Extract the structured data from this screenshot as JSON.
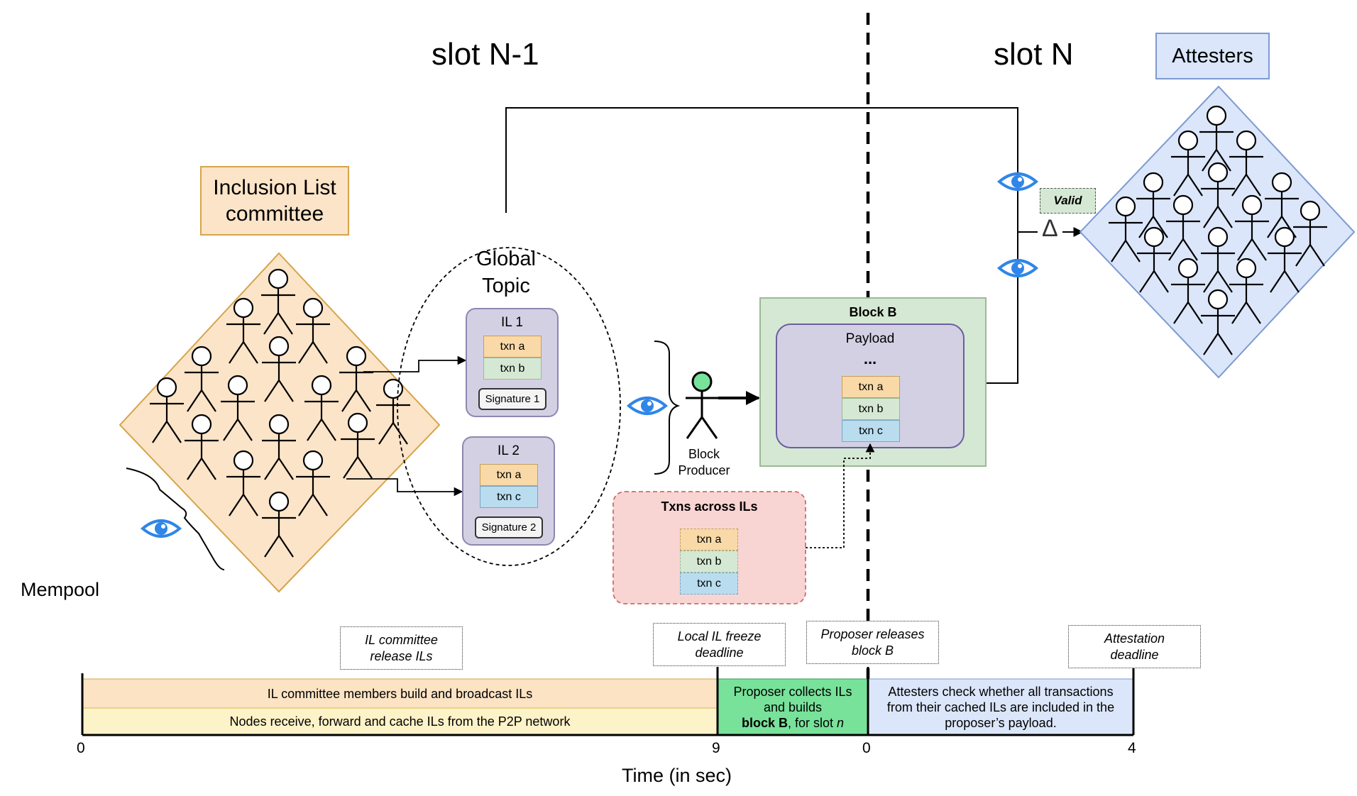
{
  "slots": {
    "left": "slot N-1",
    "right": "slot N"
  },
  "attesters_title": "Attesters",
  "il_committee": {
    "line1": "Inclusion List",
    "line2": "committee"
  },
  "global_topic": {
    "line1": "Global",
    "line2": "Topic"
  },
  "il1": {
    "title": "IL 1",
    "txns": [
      "txn a",
      "txn b"
    ],
    "signature": "Signature 1"
  },
  "il2": {
    "title": "IL 2",
    "txns": [
      "txn a",
      "txn c"
    ],
    "signature": "Signature 2"
  },
  "block_producer": {
    "line1": "Block",
    "line2": "Producer"
  },
  "block_b": {
    "title": "Block B",
    "payload": "Payload",
    "dots": "...",
    "txns": [
      "txn a",
      "txn b",
      "txn c"
    ]
  },
  "txns_across": {
    "title": "Txns across ILs",
    "txns": [
      "txn a",
      "txn b",
      "txn c"
    ]
  },
  "valid_label": "Valid",
  "delta": "Δ",
  "mempool": "Mempool",
  "timeline": {
    "notes": {
      "il_release": {
        "line1": "IL committee",
        "line2": "release ILs"
      },
      "freeze": {
        "line1": "Local IL freeze",
        "line2": "deadline"
      },
      "proposer_release": {
        "line1": "Proposer releases",
        "line2": "block B"
      },
      "attestation": {
        "line1": "Attestation",
        "line2": "deadline"
      }
    },
    "bars": {
      "build": "IL committee members build and broadcast ILs",
      "receive": "Nodes receive, forward and cache ILs from the P2P network",
      "proposer": {
        "line1": "Proposer collects ILs",
        "line2": "and builds",
        "bold": "block B",
        "rest": ", for slot ",
        "italic": "n"
      },
      "attesters": {
        "line1": "Attesters check whether all transactions",
        "line2": "from their cached ILs are included in the",
        "line3": "proposer’s payload."
      }
    },
    "ticks": [
      "0",
      "9",
      "0",
      "4"
    ],
    "axis_label": "Time (in sec)"
  },
  "colors": {
    "committee_fill": "#fce4c8",
    "attesters_fill": "#dbe6fa",
    "il_panel": "#d4d0e4",
    "block_fill": "#d5e8d3",
    "txns_across_fill": "#f8d5d3",
    "proposer_bar": "#78e29a",
    "attesters_bar": "#dbe6fa",
    "eye": "#2f86e8"
  }
}
